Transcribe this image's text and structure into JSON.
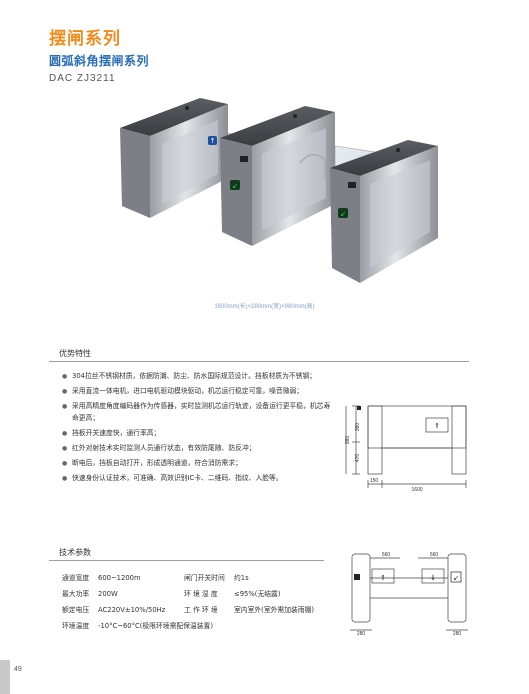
{
  "header": {
    "title": "摆闸系列",
    "subtitle": "圆弧斜角摆闸系列",
    "model": "DAC ZJ3211"
  },
  "photo": {
    "caption": "1600mm(长)×280mm(宽)×980mm(高)"
  },
  "advantages": {
    "heading": "优势特性",
    "items": [
      "304拉丝不锈钢材质，依据防潮、防尘、防水国际规范设计。挡板材质为不锈钢；",
      "采用直流一体电机，进口电机驱动模块驱动，机芯运行稳定可靠，噪音微弱；",
      "采用高精度角度编码器作为传感器，实时监测机芯运行轨迹，设备运行更平稳，机芯寿命更高；",
      "挡板开关速度快，通行率高；",
      "红外对射技术实时监测人员通行状态，有效防尾随、防反冲；",
      "断电后，挡板自动打开，形成透明通道，符合消防需求；",
      "快速身份认证技术，可准确、高效识别IC卡、二维码、指纹、人脸等。"
    ]
  },
  "specs": {
    "heading": "技术参数",
    "left": [
      {
        "label": "通道宽度",
        "value": "600~1200m"
      },
      {
        "label": "最大功率",
        "value": "200W"
      },
      {
        "label": "额定电压",
        "value": "AC220V±10%/50Hz"
      },
      {
        "label": "环境温度",
        "value": "-10°C~60°C(极限环境需配保温装置)"
      }
    ],
    "right": [
      {
        "label": "闸门开关时间",
        "value": "约1s"
      },
      {
        "label": "环 境 湿 度",
        "value": "≤95%(无结露)"
      },
      {
        "label": "工 作 环 境",
        "value": "室内室外(室外需加装雨棚)"
      }
    ]
  },
  "drawing_front": {
    "dim_height_total": "980",
    "dim_upper": "360",
    "dim_lower": "470",
    "dim_width": "1600",
    "dim_small": "150"
  },
  "drawing_top": {
    "dim_top_left": "560",
    "dim_top_right": "560",
    "dim_bottom_left": "280",
    "dim_bottom_right": "280"
  },
  "footer": {
    "page_number": "49"
  },
  "colors": {
    "title": "#f08c1e",
    "subtitle": "#2a6db5",
    "caption": "#8aa0c8"
  }
}
